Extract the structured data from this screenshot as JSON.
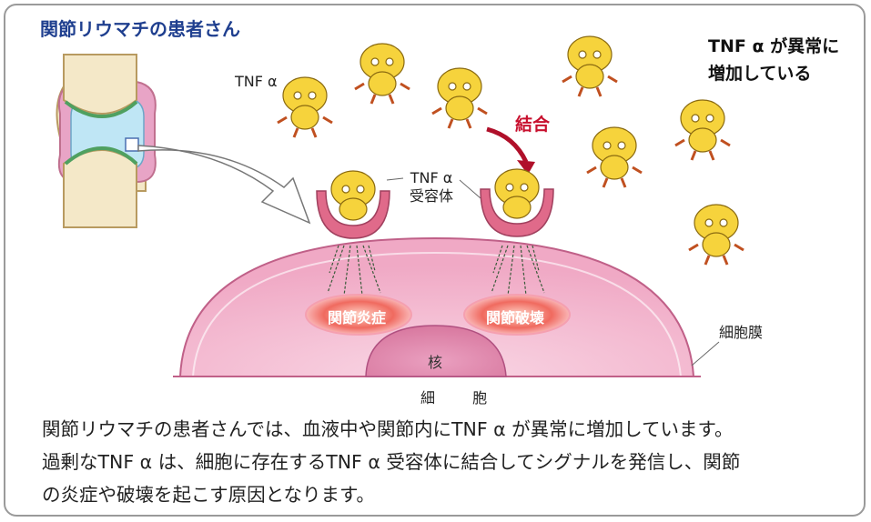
{
  "title": "関節リウマチの患者さん",
  "tnf_label": "TNF α",
  "increase_note": [
    "TNF α が異常に",
    "増加している"
  ],
  "binding_label": "結合",
  "receptor_label": [
    "TNF α",
    "受容体"
  ],
  "inflammation": "関節炎症",
  "destruction": "関節破壊",
  "nucleus": "核",
  "membrane": "細胞膜",
  "cell": "細 胞",
  "caption": [
    "関節リウマチの患者さんでは、血液中や関節内にTNF α が異常に増加しています。",
    "過剰なTNF α は、細胞に存在するTNF α 受容体に結合してシグナルを発信し、関節",
    "の炎症や破壊を起こす原因となります。"
  ],
  "colors": {
    "title": "#1f3f8f",
    "accent_red": "#c8102e",
    "cell_pink": "#f4b8cf",
    "pill_red": "#e03040"
  },
  "icons": [
    "joint-illustration",
    "tnf-alpha-character",
    "binding-arrow",
    "zoom-arrow"
  ]
}
